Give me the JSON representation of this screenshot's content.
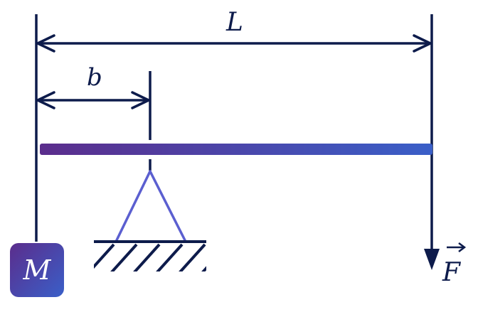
{
  "labels": {
    "length": "L",
    "offset": "b",
    "mass": "M",
    "force": "F"
  },
  "colors": {
    "ink": "#0d1b4b",
    "beam_start": "#5b2d8c",
    "beam_end": "#3a5fc8",
    "support": "#5b5fd0",
    "mass_box_start": "#5b2d8c",
    "mass_box_end": "#3a5fc8"
  }
}
